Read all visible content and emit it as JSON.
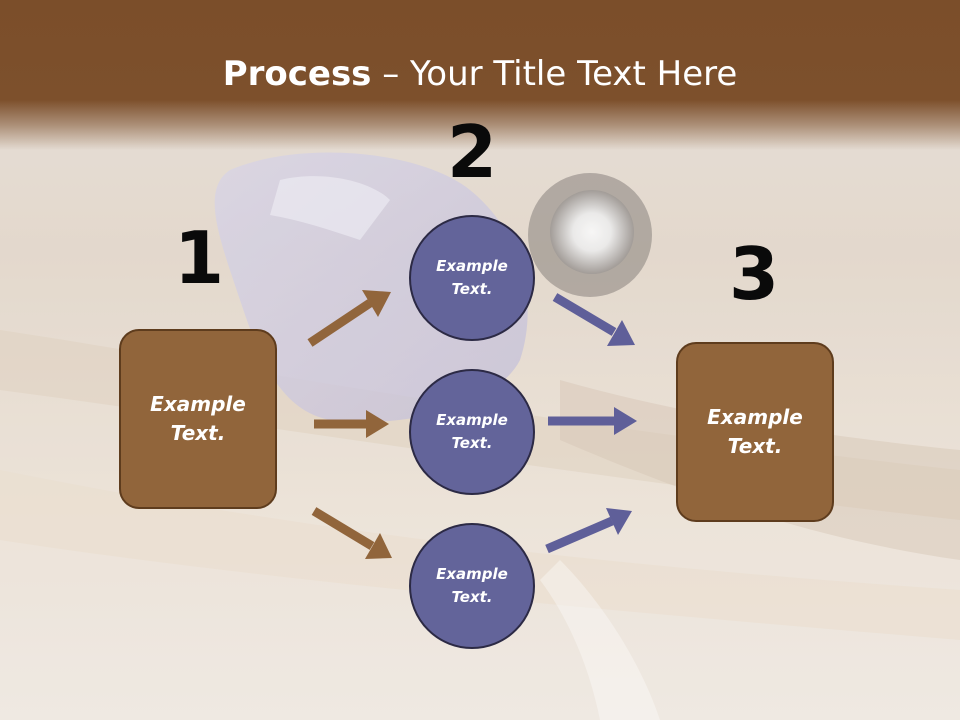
{
  "title": {
    "bold": "Process",
    "rest": " – Your Title Text Here"
  },
  "steps": {
    "one": "1",
    "two": "2",
    "three": "3"
  },
  "left_box": {
    "text": "Example\nText."
  },
  "right_box": {
    "text": "Example\nText."
  },
  "circles": [
    {
      "text": "Example\nText."
    },
    {
      "text": "Example\nText."
    },
    {
      "text": "Example\nText."
    }
  ],
  "colors": {
    "header": "#7d502c",
    "box_fill": "#91653b",
    "circle_fill": "#63649a",
    "arrow_brown": "#91653b",
    "arrow_purple": "#5f5f99"
  }
}
